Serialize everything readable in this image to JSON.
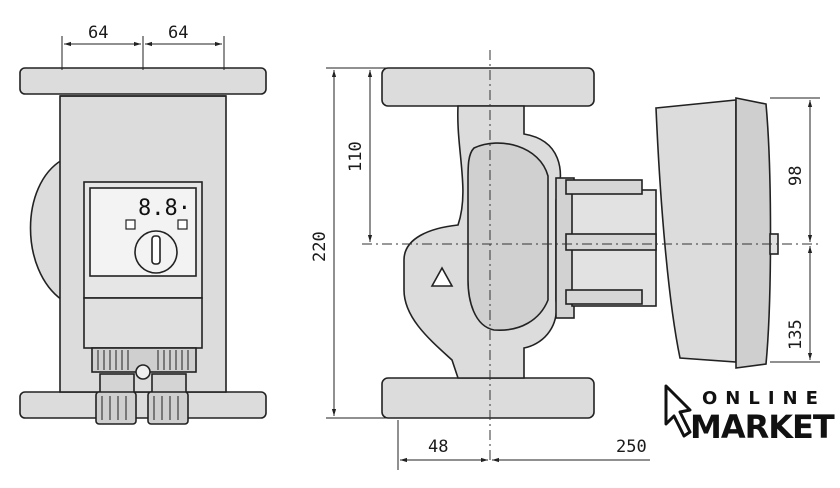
{
  "dimensions": {
    "front_left_width": "64",
    "front_right_width": "64",
    "total_height": "220",
    "upper_height": "110",
    "motor_upper": "98",
    "motor_lower": "135",
    "inlet_offset": "48",
    "total_length": "250"
  },
  "display": {
    "digits": "8.8·"
  },
  "logo": {
    "line1": "ONLINE",
    "line2": "MARKET"
  },
  "colors": {
    "body_fill": "#dcdcdc",
    "outline": "#222222",
    "screen_fill": "#f3f3f3"
  }
}
